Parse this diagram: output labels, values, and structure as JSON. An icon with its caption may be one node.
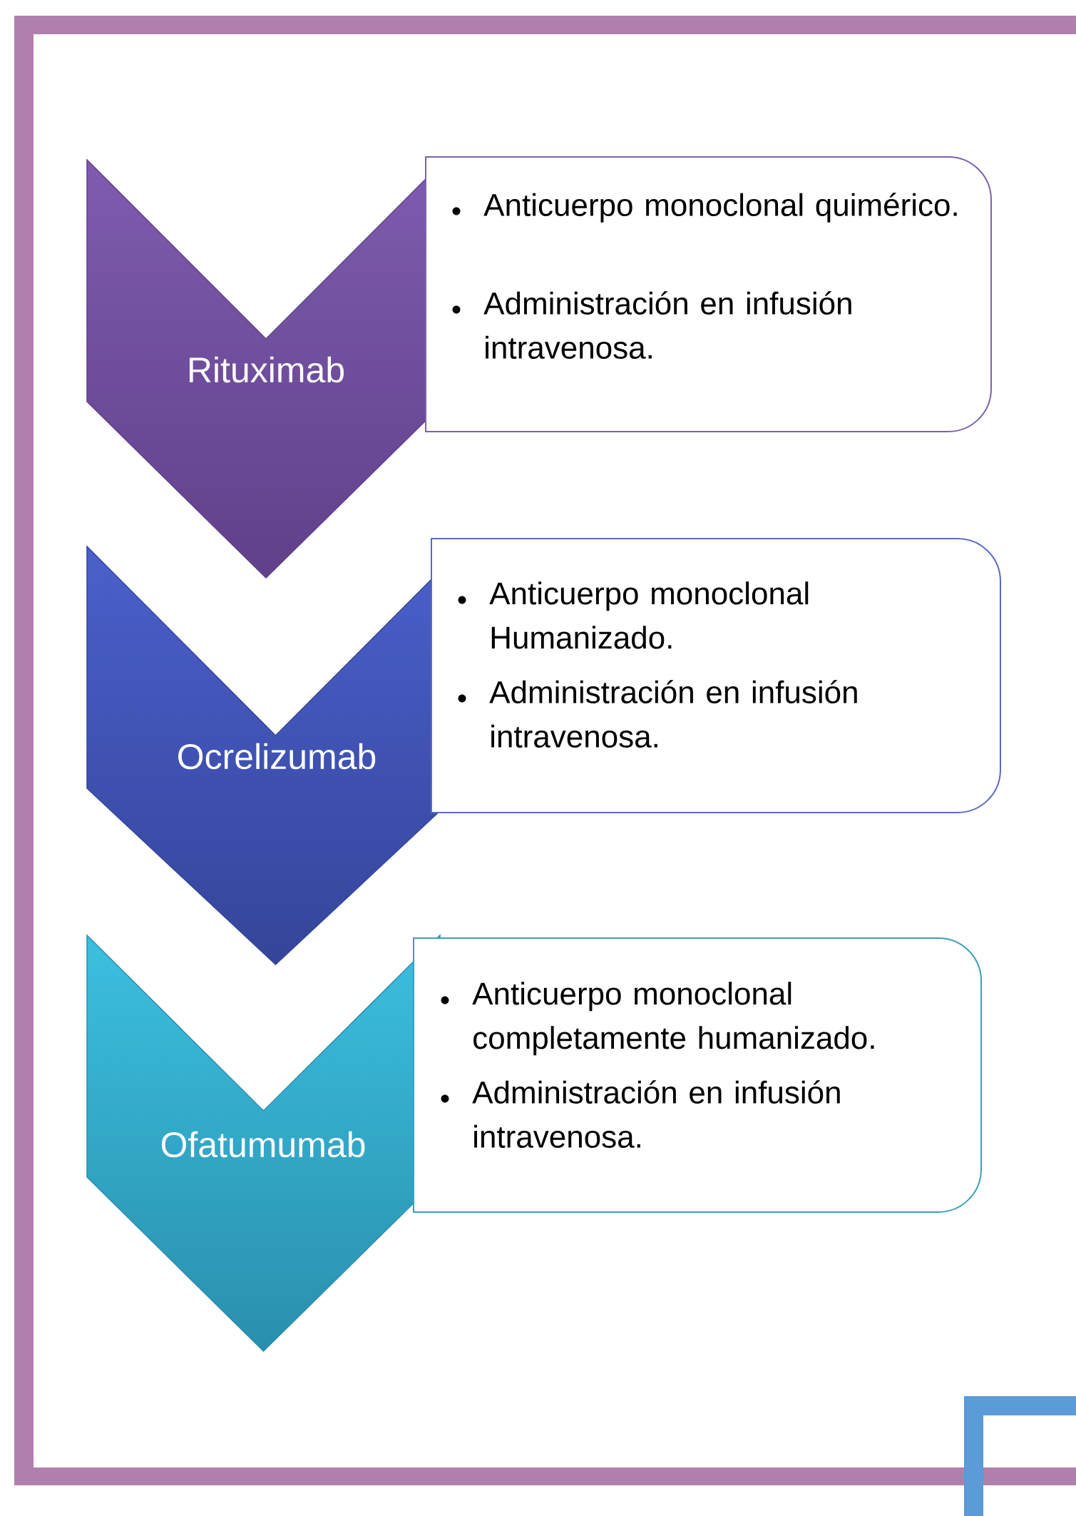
{
  "diagram": {
    "nodes": [
      {
        "text": [
          "Rituximab"
        ]
      },
      {
        "text": [
          "Anticuerpo monoclonal quimérico.",
          "Administración en infusión intravenosa."
        ]
      },
      {
        "text": [
          "Ocrelizumab"
        ]
      },
      {
        "text": [
          "Anticuerpo monoclonal Humanizado.",
          "Administración en infusión intravenosa."
        ]
      },
      {
        "text": [
          "Ofatumumab"
        ]
      },
      {
        "text": [
          "Anticuerpo monoclonal completamente humanizado.",
          "Administración en infusión intravenosa."
        ]
      }
    ]
  }
}
